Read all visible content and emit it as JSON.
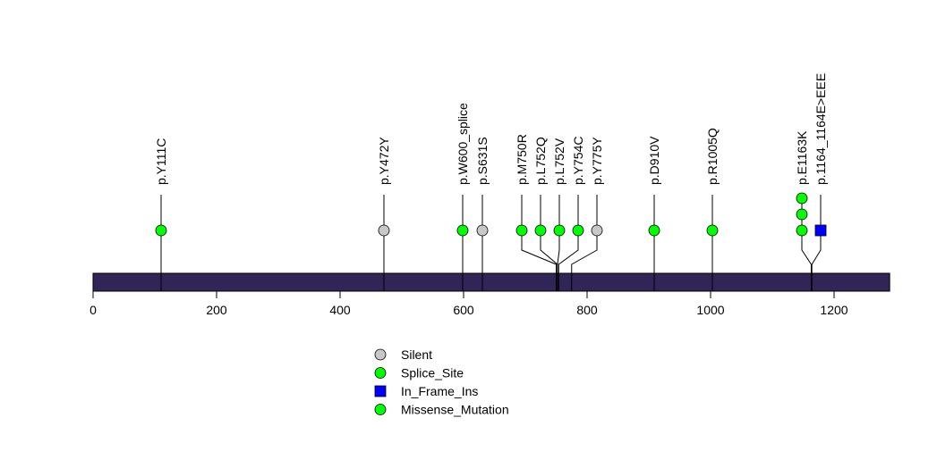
{
  "chart_data": {
    "type": "lollipop",
    "protein_length": 1290,
    "xlim": [
      0,
      1290
    ],
    "x_ticks": [
      0,
      200,
      400,
      600,
      800,
      1000,
      1200
    ],
    "bar_color": "#312457",
    "mutations": [
      {
        "label": "p.Y111C",
        "position": 111,
        "count": 1,
        "type": "Missense_Mutation"
      },
      {
        "label": "p.Y472Y",
        "position": 472,
        "count": 1,
        "type": "Silent"
      },
      {
        "label": "p.W600_splice",
        "position": 600,
        "count": 1,
        "type": "Splice_Site"
      },
      {
        "label": "p.S631S",
        "position": 631,
        "count": 1,
        "type": "Silent"
      },
      {
        "label": "p.M750R",
        "position": 750,
        "count": 1,
        "type": "Missense_Mutation"
      },
      {
        "label": "p.L752Q",
        "position": 752,
        "count": 1,
        "type": "Missense_Mutation"
      },
      {
        "label": "p.L752V",
        "position": 752,
        "count": 1,
        "type": "Missense_Mutation"
      },
      {
        "label": "p.Y754C",
        "position": 754,
        "count": 1,
        "type": "Missense_Mutation"
      },
      {
        "label": "p.Y775Y",
        "position": 775,
        "count": 1,
        "type": "Silent"
      },
      {
        "label": "p.D910V",
        "position": 910,
        "count": 1,
        "type": "Missense_Mutation"
      },
      {
        "label": "p.R1005Q",
        "position": 1005,
        "count": 1,
        "type": "Missense_Mutation"
      },
      {
        "label": "p.E1163K",
        "position": 1163,
        "count": 3,
        "type": "Missense_Mutation"
      },
      {
        "label": "p.1164_1164E>EEE",
        "position": 1164,
        "count": 1,
        "type": "In_Frame_Ins"
      }
    ],
    "legend": [
      {
        "label": "Silent",
        "shape": "circle",
        "color": "#C8C8C8"
      },
      {
        "label": "Splice_Site",
        "shape": "circle",
        "color": "#00FF00"
      },
      {
        "label": "In_Frame_Ins",
        "shape": "square",
        "color": "#0000FF"
      },
      {
        "label": "Missense_Mutation",
        "shape": "circle",
        "color": "#00FF00"
      }
    ],
    "legend_placement": "bottom-center"
  }
}
